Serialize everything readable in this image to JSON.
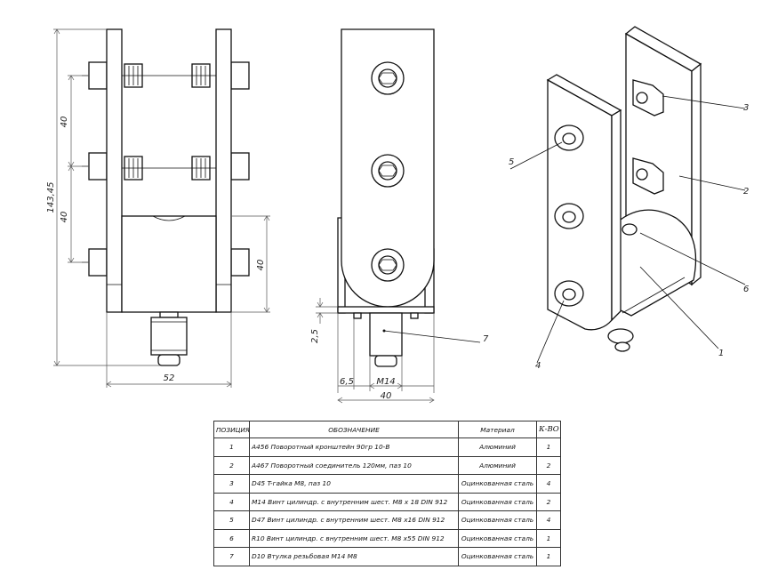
{
  "dimensions": {
    "overall_height": "143,45",
    "pitch_upper": "40",
    "pitch_lower": "40",
    "hinge_height": "40",
    "front_width": "52",
    "bushing_height": "2,5",
    "side_offset": "6,5",
    "thread": "M14",
    "side_width": "40"
  },
  "callouts": [
    "1",
    "2",
    "3",
    "4",
    "5",
    "6",
    "7"
  ],
  "table": {
    "headers": {
      "position": "ПОЗИЦИЯ",
      "designation": "ОБОЗНАЧЕНИЕ",
      "material": "Материал",
      "quantity": "К-ВО"
    },
    "rows": [
      {
        "pos": "1",
        "name": "A456 Поворотный кронштейн 90гр 10-B",
        "material": "Алюминий",
        "qty": "1"
      },
      {
        "pos": "2",
        "name": "A467 Поворотный соединитель 120мм, паз 10",
        "material": "Алюминий",
        "qty": "2"
      },
      {
        "pos": "3",
        "name": "D45 T-гайка M8, паз 10",
        "material": "Оцинкованная сталь",
        "qty": "4"
      },
      {
        "pos": "4",
        "name": "M14 Винт цилиндр. с внутренним шест. M8 x 18 DIN 912",
        "material": "Оцинкованная сталь",
        "qty": "2"
      },
      {
        "pos": "5",
        "name": "D47 Винт цилиндр. с внутренним шест. M8 x16 DIN 912",
        "material": "Оцинкованная сталь",
        "qty": "4"
      },
      {
        "pos": "6",
        "name": "R10 Винт цилиндр. с внутренним шест. M8 x55 DIN 912",
        "material": "Оцинкованная сталь",
        "qty": "1"
      },
      {
        "pos": "7",
        "name": "D10 Втулка резьбовая M14 M8",
        "material": "Оцинкованная сталь",
        "qty": "1"
      }
    ]
  }
}
